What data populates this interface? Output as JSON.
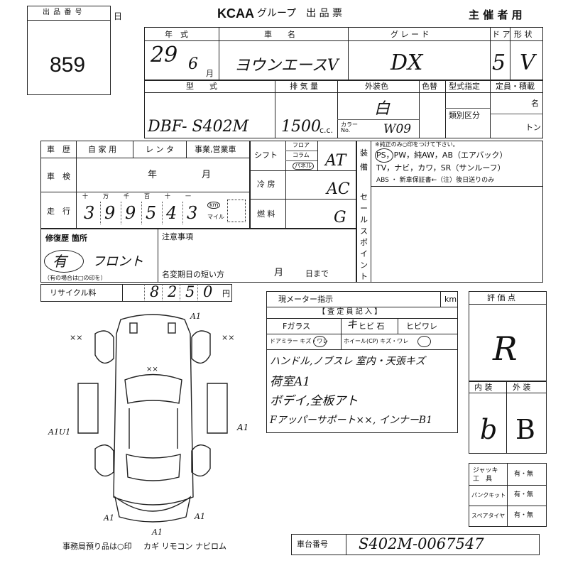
{
  "header": {
    "lot_label": "出 品 番 号",
    "lot_number": "859",
    "day_suffix": "日",
    "org_logo": "KCAA",
    "org_title": "グループ　出 品 票",
    "copy_label": "主 催 者 用"
  },
  "row1": {
    "year_label": "年　式",
    "car_name_label": "車　　名",
    "grade_label": "グ レ ー ド",
    "door_label": "ド ア",
    "body_type_label": "形 状",
    "year_value": "29",
    "month_value": "6",
    "month_suffix": "月",
    "car_name_value": "ヨウンエースV",
    "grade_value": "DX",
    "door_value": "5",
    "body_type_value": "V"
  },
  "row2": {
    "model_label": "型　　式",
    "displacement_label": "排 気 量",
    "color_label": "外装色",
    "color_change_label": "色替",
    "model_designation_label": "型式指定",
    "capacity_label": "定員・積載",
    "classification_label": "類別区分",
    "persons_unit": "名",
    "tons_unit": "トン",
    "color_number_label": "カラーNo.",
    "model_value": "DBF- S402M",
    "displacement_value": "1500",
    "cc_unit": "c.c.",
    "color_value": "白",
    "color_number_value": "W09"
  },
  "history": {
    "history_label": "車　歴",
    "private_label": "自 家 用",
    "rental_label": "レ ン タ",
    "commercial_label": "事業,営業車",
    "inspection_label": "車　検",
    "year_unit": "年",
    "month_unit": "月",
    "mileage_label": "走　行",
    "digit_units": [
      "十",
      "万",
      "千",
      "百",
      "十",
      "一"
    ],
    "km_unit": "km",
    "mile_unit": "マイル",
    "mileage_digits": [
      "3",
      "9",
      "9",
      "5",
      "4",
      "3"
    ]
  },
  "drive": {
    "shift_label": "シフト",
    "floor_label": "フロア",
    "column_label": "コラム",
    "panel_label": "パネル",
    "shift_value": "AT",
    "cooling_label": "冷 房",
    "cooling_value": "AC",
    "fuel_label": "燃 料",
    "fuel_value": "G"
  },
  "equipment": {
    "side_label": "装備",
    "instruction": "※純正のみ○印をつけて下さい。",
    "line1": "PS，PW，純AW，AB（エアバック）",
    "line2": "TV，ナビ，カワ，SR（サンルーフ）",
    "line3": "ABS ・ 新車保証書←（注）後日送りのみ",
    "sales_point_label": "セールスポイント"
  },
  "repair": {
    "repair_label": "修復歴 箇所",
    "repair_value": "有",
    "repair_detail": "フロント",
    "note": "（有の場合は□の印を）",
    "notes_label": "注意事項",
    "short_expiry_label": "名変期日の短い方",
    "month_unit": "月",
    "day_until": "日まで"
  },
  "recycle": {
    "label": "リサイクル料",
    "digits": [
      "8",
      "2",
      "5",
      "0"
    ],
    "unit": "円"
  },
  "inspector": {
    "meter_label": "現メーター指示",
    "km_unit": "km",
    "title": "【 査 定 員 記 入 】",
    "windshield_label": "Fガラス",
    "windshield_hw": "キ",
    "windshield_stone": "ヒビ 石",
    "windshield_crack": "ヒビワレ",
    "mirror_label": "ドアミラー キズ・ワレ",
    "wheel_label": "ホイール(CP) キズ・ワレ",
    "comments": [
      "ハンドル,ノブスレ 室内・天張キズ",
      "荷室A1",
      "ボデイ,全板アト",
      "Fアッパーサポート××, インナーB1"
    ]
  },
  "scores": {
    "eval_label": "評 価 点",
    "eval_value": "R",
    "interior_label": "内 装",
    "exterior_label": "外 装",
    "interior_value": "b",
    "exterior_value": "B"
  },
  "tools": {
    "jack_label": "ジャッキ 工　具",
    "repair_kit_label": "パンクキット",
    "spare_tire_label": "スペアタイヤ",
    "yes_no": "有・無"
  },
  "chassis": {
    "label": "車台番号",
    "value": "S402M-0067547"
  },
  "footer": {
    "office_label": "事務局預り品は○印",
    "items": "カギ リモコン ナビロム"
  },
  "diagram_marks": {
    "top_left": "××",
    "top_right_a": "A1",
    "top_right_b": "××",
    "center": "××",
    "left_side": "A1U1",
    "right_side": "A1",
    "rear_left": "A1",
    "rear_right": "A1",
    "bottom": "A1"
  }
}
